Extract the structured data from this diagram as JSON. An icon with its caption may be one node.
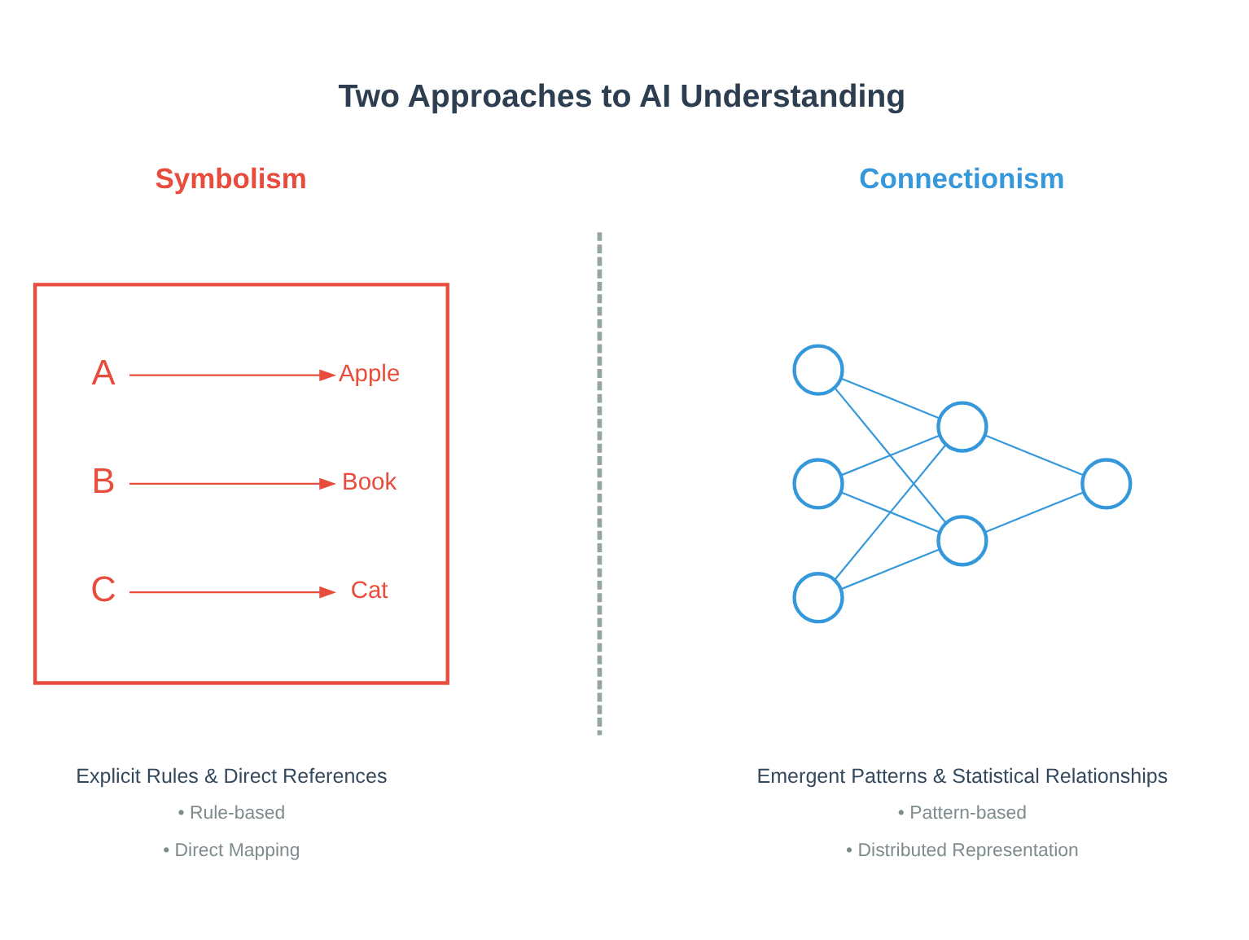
{
  "diagram": {
    "title": "Two Approaches to AI Understanding",
    "nodes": [
      {
        "text": [],
        "shape": "box"
      },
      {
        "text": [
          "A"
        ],
        "in": 0
      },
      {
        "text": [
          "Apple"
        ],
        "in": 0
      },
      {
        "text": [
          "B"
        ],
        "in": 0
      },
      {
        "text": [
          "Book"
        ],
        "in": 0
      },
      {
        "text": [
          "C"
        ],
        "in": 0
      },
      {
        "text": [
          "Cat"
        ],
        "in": 0
      },
      {
        "text": [],
        "shape": "circle"
      },
      {
        "text": [],
        "shape": "circle"
      },
      {
        "text": [],
        "shape": "circle"
      },
      {
        "text": [],
        "shape": "circle"
      },
      {
        "text": [],
        "shape": "circle"
      },
      {
        "text": [],
        "shape": "circle"
      }
    ],
    "edges": [
      {
        "from": 1,
        "to": 2,
        "arrow": "to",
        "color": "#e74c3c"
      },
      {
        "from": 3,
        "to": 4,
        "arrow": "to",
        "color": "#e74c3c"
      },
      {
        "from": 5,
        "to": 6,
        "arrow": "to",
        "color": "#e74c3c"
      },
      {
        "from": 7,
        "to": 10,
        "arrow": "none"
      },
      {
        "from": 7,
        "to": 11,
        "arrow": "none"
      },
      {
        "from": 8,
        "to": 10,
        "arrow": "none"
      },
      {
        "from": 8,
        "to": 11,
        "arrow": "none"
      },
      {
        "from": 9,
        "to": 10,
        "arrow": "none"
      },
      {
        "from": 9,
        "to": 11,
        "arrow": "none"
      },
      {
        "from": 10,
        "to": 12,
        "arrow": "none"
      },
      {
        "from": 11,
        "to": 12,
        "arrow": "none"
      }
    ],
    "labels": [
      "Symbolism",
      "Connectionism",
      "Explicit Rules & Direct References",
      "• Rule-based",
      "• Direct Mapping",
      "Emergent Patterns & Statistical Relationships",
      "• Pattern-based",
      "• Distributed Representation"
    ]
  }
}
